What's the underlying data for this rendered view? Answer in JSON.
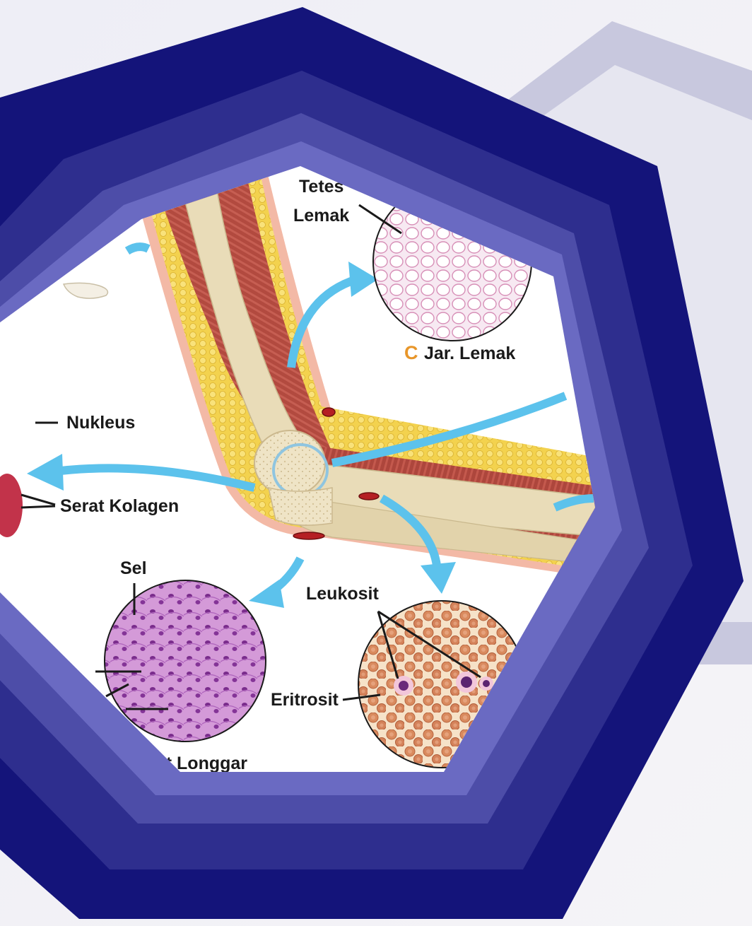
{
  "labels": {
    "tetes_lemak_line1": "Tetes",
    "tetes_lemak_line2": "Lemak",
    "jar_lemak_letter": "C",
    "jar_lemak_text": "Jar. Lemak",
    "nukleus": "Nukleus",
    "serat_kolagen": "Serat Kolagen",
    "sel": "Sel",
    "leukosit": "Leukosit",
    "eritrosit": "Eritrosit",
    "ikat_longgar": "Ikat Longgar"
  },
  "colors": {
    "frame_outer": "#14147a",
    "frame_mid": "#2c2c8c",
    "frame_inner": "#4d4da8",
    "frame_innermost": "#6b6bc4",
    "arrow": "#5cc2ec",
    "accent_letter": "#e8962a",
    "muscle": "#b54a40",
    "bone": "#e9dcb8",
    "fat": "#f2cf4a",
    "skin": "#f3b9a6"
  }
}
